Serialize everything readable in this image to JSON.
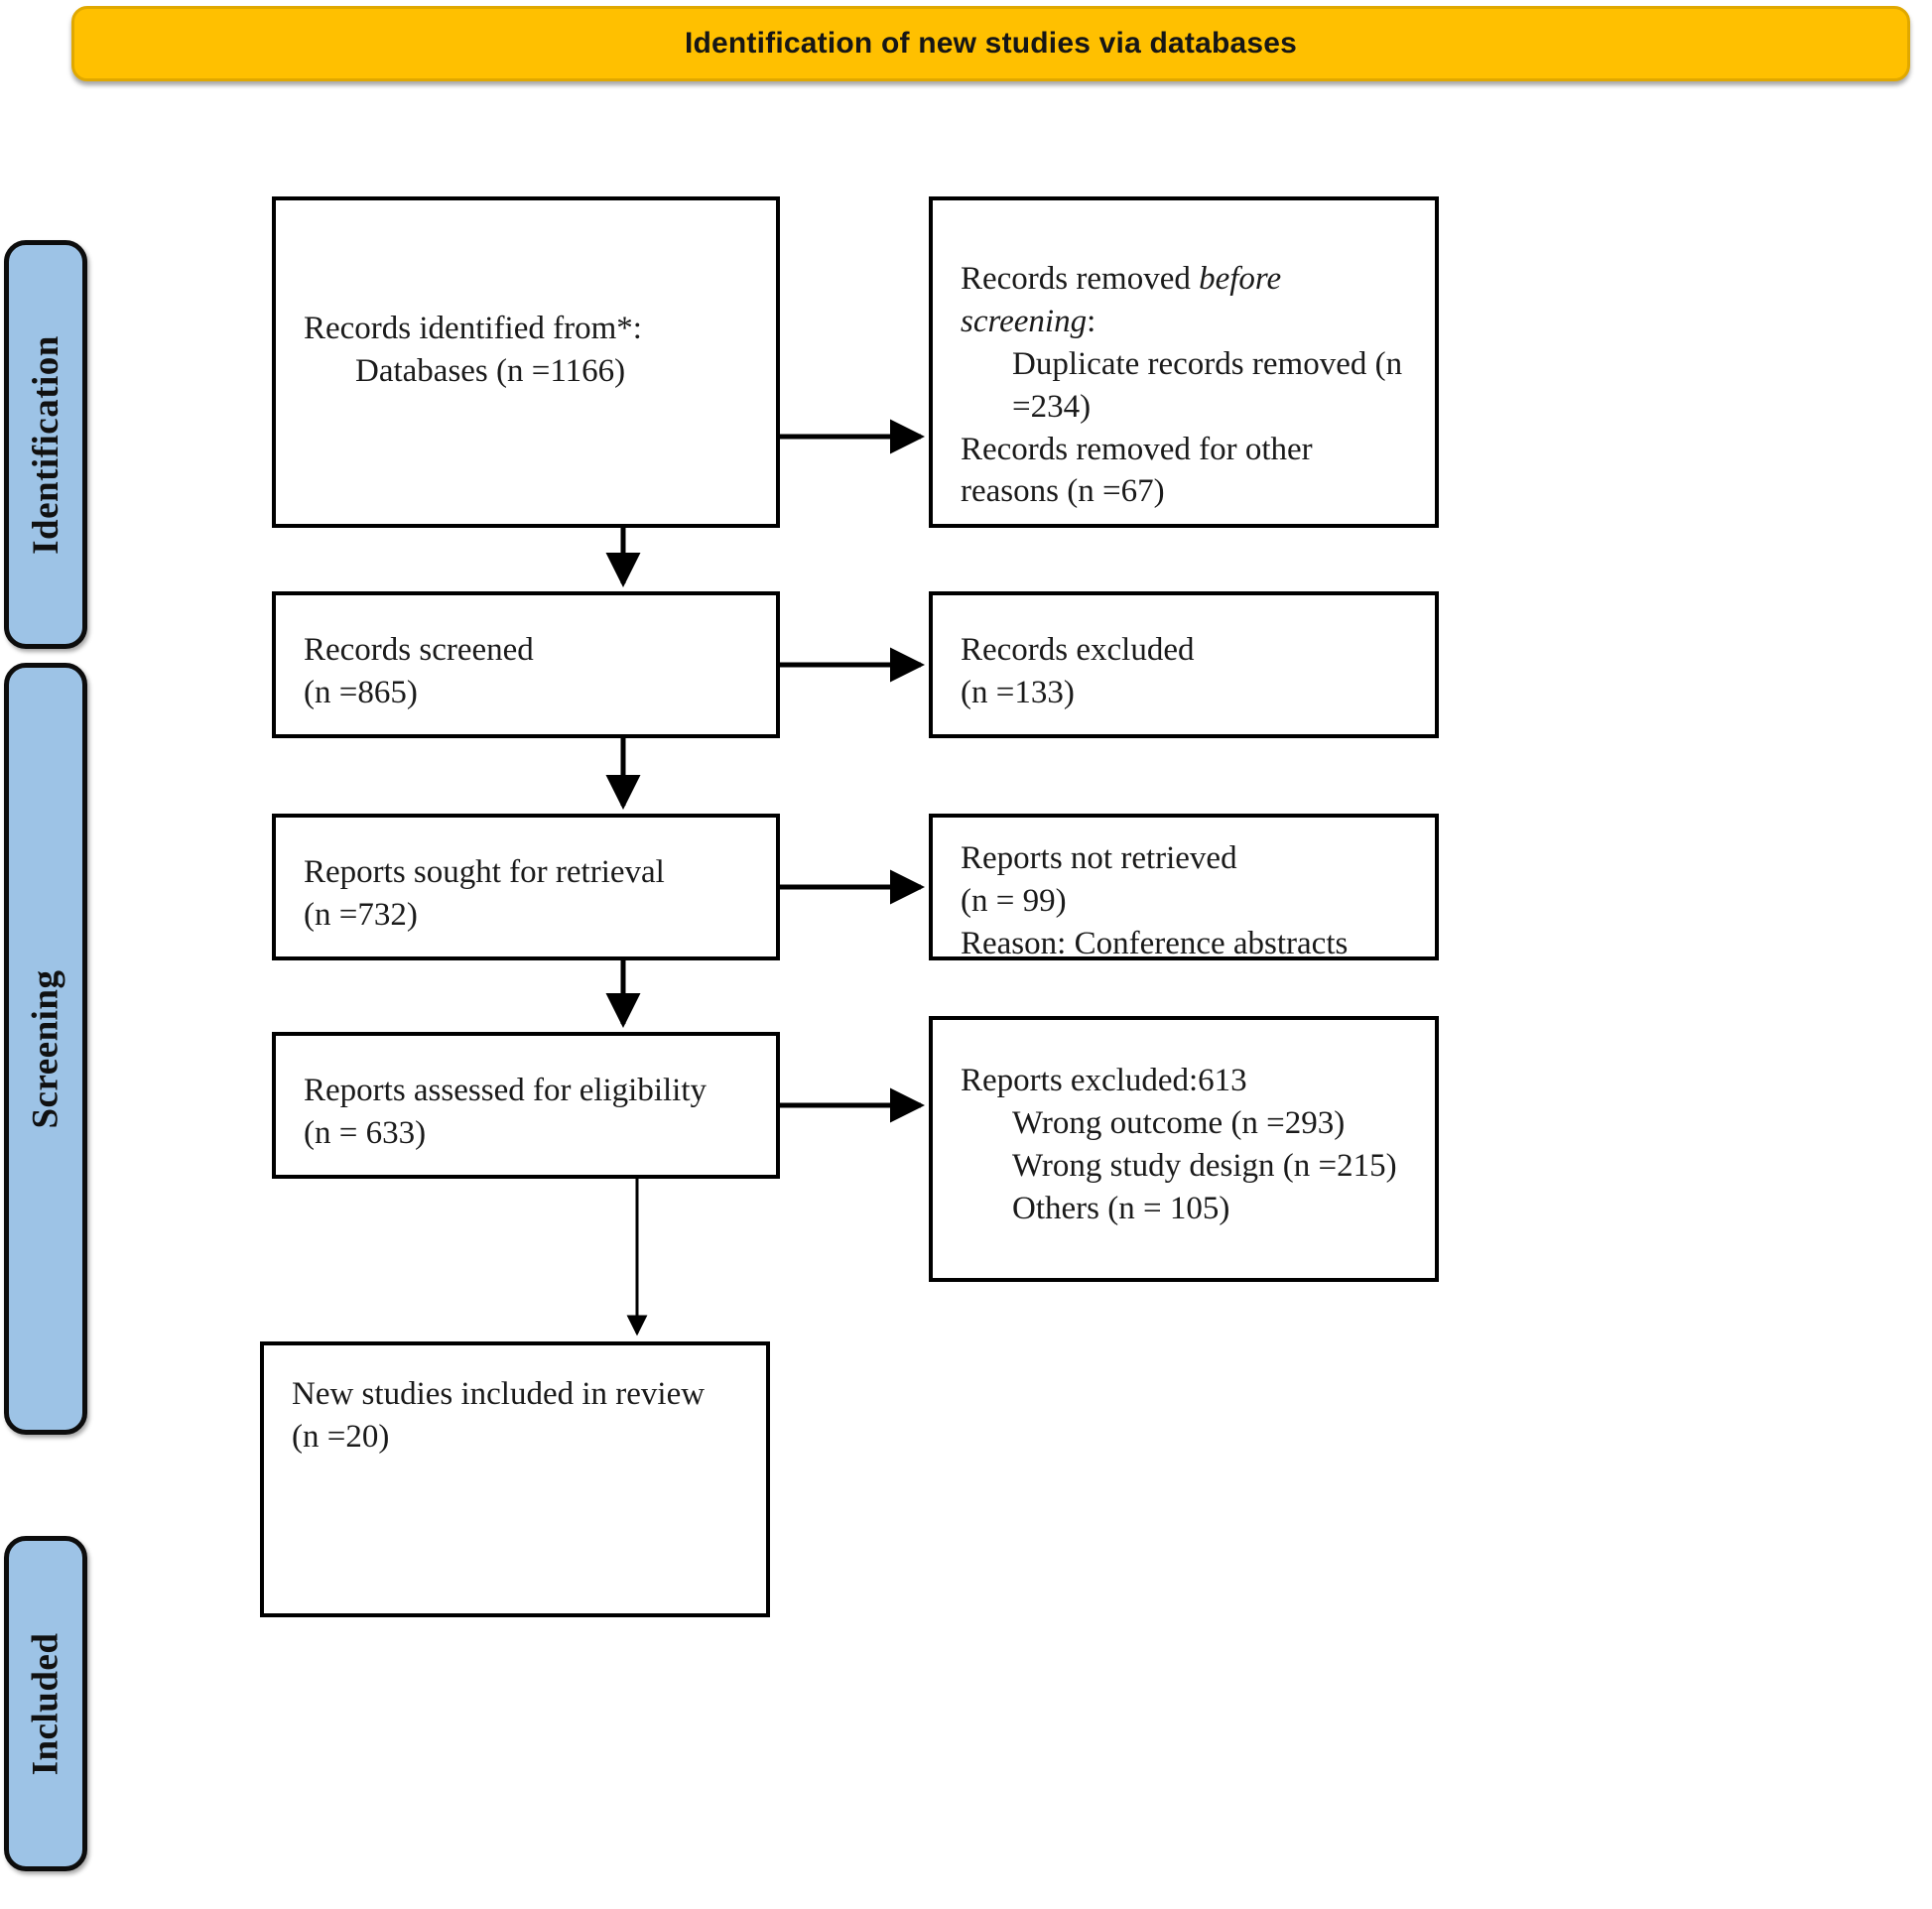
{
  "header": {
    "title": "Identification of new studies via databases"
  },
  "phases": [
    {
      "key": "identification",
      "label": "Identification"
    },
    {
      "key": "screening",
      "label": "Screening"
    },
    {
      "key": "included",
      "label": "Included"
    }
  ],
  "boxes": {
    "identified": {
      "name": "records-identified",
      "line1": "Records identified from*:",
      "line2": "Databases (n =1166)"
    },
    "removed_before": {
      "name": "records-removed-before-screening",
      "line1_prefix": "Records removed ",
      "line1_italic": "before",
      "line2_italic": "screening",
      "line2_suffix": ":",
      "line3": "Duplicate records removed (n =234)",
      "line4": "Records removed for other reasons (n =67)"
    },
    "screened": {
      "name": "records-screened",
      "line1": "Records screened",
      "line2": "(n =865)"
    },
    "excluded": {
      "name": "records-excluded",
      "line1": "Records excluded",
      "line2": "(n =133)"
    },
    "sought": {
      "name": "reports-sought-for-retrieval",
      "line1": "Reports sought for retrieval",
      "line2": "(n =732)"
    },
    "not_retrieved": {
      "name": "reports-not-retrieved",
      "line1": "Reports not retrieved",
      "line2": "(n = 99)",
      "line3": "Reason: Conference abstracts"
    },
    "assessed": {
      "name": "reports-assessed-for-eligibility",
      "line1": "Reports assessed for eligibility",
      "line2": "(n = 633)"
    },
    "reports_excluded": {
      "name": "reports-excluded",
      "line1": "Reports excluded:613",
      "line2": "Wrong outcome (n =293)",
      "line3": "Wrong study design (n =215)",
      "line4": "Others (n = 105)"
    },
    "included": {
      "name": "new-studies-included-in-review",
      "line1": "New studies included in review",
      "line2": "(n =20)"
    }
  },
  "chart_data": {
    "type": "diagram",
    "title": "Identification of new studies via databases",
    "diagram_kind": "PRISMA flow diagram",
    "stages": [
      "Identification",
      "Screening",
      "Included"
    ],
    "nodes": [
      {
        "id": "identified",
        "stage": "Identification",
        "label": "Records identified from*: Databases",
        "n": 1166
      },
      {
        "id": "removed_before",
        "stage": "Identification",
        "label": "Records removed before screening",
        "children": [
          {
            "label": "Duplicate records removed",
            "n": 234
          },
          {
            "label": "Records removed for other reasons",
            "n": 67
          }
        ]
      },
      {
        "id": "screened",
        "stage": "Screening",
        "label": "Records screened",
        "n": 865
      },
      {
        "id": "excluded",
        "stage": "Screening",
        "label": "Records excluded",
        "n": 133
      },
      {
        "id": "sought",
        "stage": "Screening",
        "label": "Reports sought for retrieval",
        "n": 732
      },
      {
        "id": "not_retrieved",
        "stage": "Screening",
        "label": "Reports not retrieved",
        "n": 99,
        "reason": "Conference abstracts"
      },
      {
        "id": "assessed",
        "stage": "Screening",
        "label": "Reports assessed for eligibility",
        "n": 633
      },
      {
        "id": "reports_excluded",
        "stage": "Screening",
        "label": "Reports excluded",
        "n": 613,
        "children": [
          {
            "label": "Wrong outcome",
            "n": 293
          },
          {
            "label": "Wrong study design",
            "n": 215
          },
          {
            "label": "Others",
            "n": 105
          }
        ]
      },
      {
        "id": "included",
        "stage": "Included",
        "label": "New studies included in review",
        "n": 20
      }
    ],
    "edges": [
      {
        "from": "identified",
        "to": "removed_before",
        "direction": "right"
      },
      {
        "from": "identified",
        "to": "screened",
        "direction": "down"
      },
      {
        "from": "screened",
        "to": "excluded",
        "direction": "right"
      },
      {
        "from": "screened",
        "to": "sought",
        "direction": "down"
      },
      {
        "from": "sought",
        "to": "not_retrieved",
        "direction": "right"
      },
      {
        "from": "sought",
        "to": "assessed",
        "direction": "down"
      },
      {
        "from": "assessed",
        "to": "reports_excluded",
        "direction": "right"
      },
      {
        "from": "assessed",
        "to": "included",
        "direction": "down"
      }
    ]
  },
  "colors": {
    "banner": "#ffc000",
    "phase_label": "#9dc3e6",
    "stroke": "#000000",
    "text": "#1a1a1a"
  }
}
